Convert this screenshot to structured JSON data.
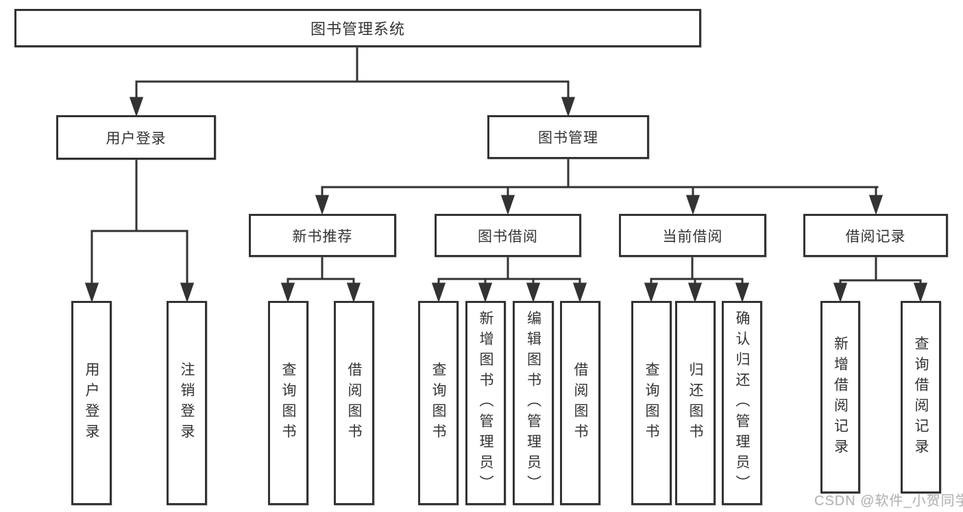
{
  "tree": {
    "label": "图书管理系统",
    "children": [
      {
        "label": "用户登录",
        "children": [
          {
            "label": "用户登录"
          },
          {
            "label": "注销登录"
          }
        ]
      },
      {
        "label": "图书管理",
        "children": [
          {
            "label": "新书推荐",
            "children": [
              {
                "label": "查询图书"
              },
              {
                "label": "借阅图书"
              }
            ]
          },
          {
            "label": "图书借阅",
            "children": [
              {
                "label": "查询图书"
              },
              {
                "label": "新增图书（管理员）"
              },
              {
                "label": "编辑图书（管理员）"
              },
              {
                "label": "借阅图书"
              }
            ]
          },
          {
            "label": "当前借阅",
            "children": [
              {
                "label": "查询图书"
              },
              {
                "label": "归还图书"
              },
              {
                "label": "确认归还（管理员）"
              }
            ]
          },
          {
            "label": "借阅记录",
            "children": [
              {
                "label": "新增借阅记录"
              },
              {
                "label": "查询借阅记录"
              }
            ]
          }
        ]
      }
    ]
  },
  "watermark": {
    "text": "CSDN @软件_小贺同学"
  },
  "colors": {
    "line": "#333333",
    "text": "#333333",
    "watermark": "#b4b4b4",
    "background": "#ffffff"
  }
}
